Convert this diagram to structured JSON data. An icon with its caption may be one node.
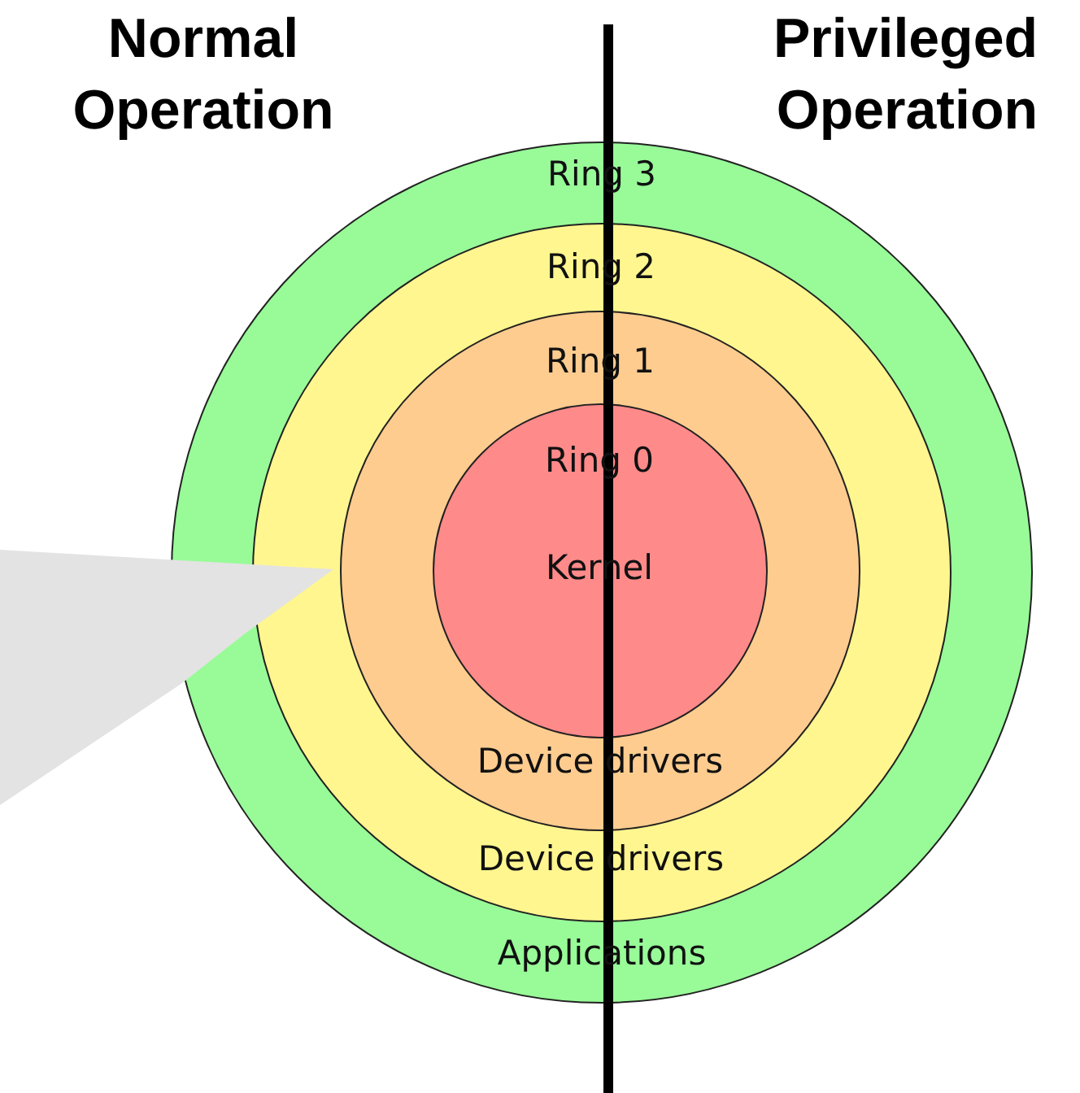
{
  "diagram": {
    "nodes": [
      {
        "text": [
          "Ring 3",
          "Applications"
        ]
      },
      {
        "text": [
          "Ring 2",
          "Device drivers"
        ],
        "in": 0
      },
      {
        "text": [
          "Ring 1",
          "Device drivers"
        ],
        "in": 1
      },
      {
        "text": [
          "Ring 0",
          "Kernel"
        ],
        "in": 2
      },
      {
        "text": [],
        "shape": "triangle"
      }
    ],
    "labels": [
      "Normal Operation",
      "Privileged Operation"
    ]
  }
}
